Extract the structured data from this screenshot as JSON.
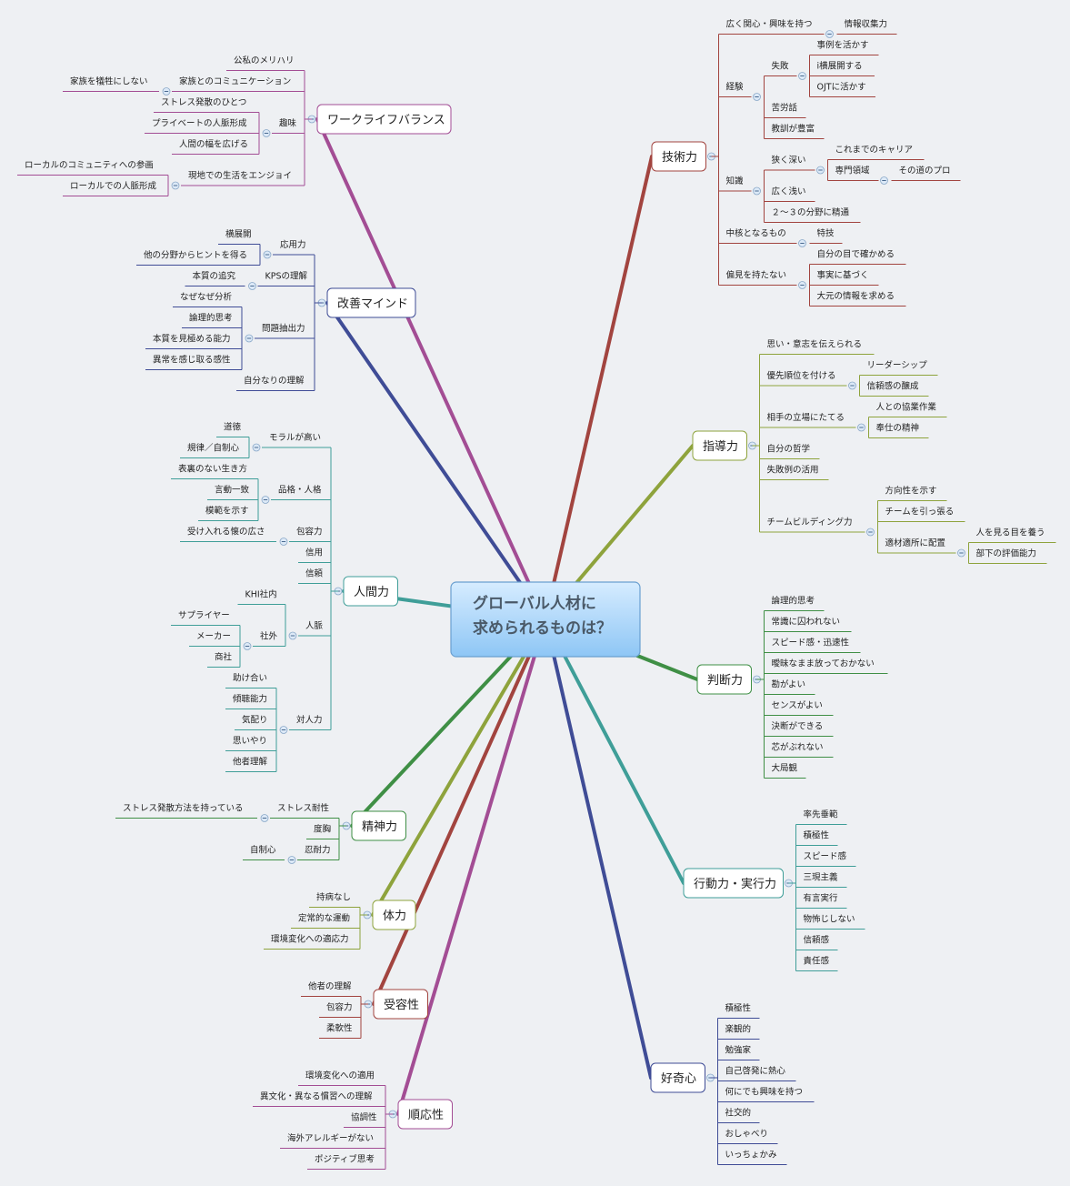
{
  "central": {
    "line1": "グローバル人材に",
    "line2": "求められるものは？"
  },
  "branches": [
    {
      "id": "gijutsu",
      "label": "技術力",
      "color": "#a2443f",
      "children": [
        {
          "label": "広く関心・興味を持つ",
          "children": [
            {
              "label": "情報収集力"
            }
          ]
        },
        {
          "label": "経験",
          "children": [
            {
              "label": "失敗",
              "children": [
                {
                  "label": "事例を活かす"
                },
                {
                  "label": "i横展開する"
                },
                {
                  "label": "OJTに活かす"
                }
              ]
            },
            {
              "label": "苦労話"
            },
            {
              "label": "教訓が豊富"
            }
          ]
        },
        {
          "label": "知識",
          "children": [
            {
              "label": "狭く深い",
              "children": [
                {
                  "label": "これまでのキャリア"
                },
                {
                  "label": "専門領域",
                  "children": [
                    {
                      "label": "その道のプロ"
                    }
                  ]
                }
              ]
            },
            {
              "label": "広く浅い"
            },
            {
              "label": "２～３の分野に精通"
            }
          ]
        },
        {
          "label": "中核となるもの",
          "children": [
            {
              "label": "特技"
            }
          ]
        },
        {
          "label": "偏見を持たない",
          "children": [
            {
              "label": "自分の目で確かめる"
            },
            {
              "label": "事実に基づく"
            },
            {
              "label": "大元の情報を求める"
            }
          ]
        }
      ]
    },
    {
      "id": "shidou",
      "label": "指導力",
      "color": "#8ea33c",
      "children": [
        {
          "label": "思い・意志を伝えられる"
        },
        {
          "label": "優先順位を付ける",
          "children": [
            {
              "label": "リーダーシップ"
            },
            {
              "label": "信頼感の醸成"
            }
          ]
        },
        {
          "label": "相手の立場にたてる",
          "children": [
            {
              "label": "人との協業作業"
            },
            {
              "label": "奉仕の精神"
            }
          ]
        },
        {
          "label": "自分の哲学"
        },
        {
          "label": "失敗例の活用"
        },
        {
          "label": "チームビルディング力",
          "children": [
            {
              "label": "方向性を示す"
            },
            {
              "label": "チームを引っ張る"
            },
            {
              "label": "適材適所に配置",
              "children": [
                {
                  "label": "人を見る目を養う"
                },
                {
                  "label": "部下の評価能力"
                }
              ]
            }
          ]
        }
      ]
    },
    {
      "id": "handan",
      "label": "判断力",
      "color": "#3f8f45",
      "children": [
        {
          "label": "論理的思考"
        },
        {
          "label": "常識に囚われない"
        },
        {
          "label": "スピード感・迅速性"
        },
        {
          "label": "曖昧なまま放っておかない"
        },
        {
          "label": "勘がよい"
        },
        {
          "label": "センスがよい"
        },
        {
          "label": "決断ができる"
        },
        {
          "label": "芯がぶれない"
        },
        {
          "label": "大局観"
        }
      ]
    },
    {
      "id": "koudou",
      "label": "行動力・実行力",
      "color": "#3f9e98",
      "children": [
        {
          "label": "率先垂範"
        },
        {
          "label": "積極性"
        },
        {
          "label": "スピード感"
        },
        {
          "label": "三現主義"
        },
        {
          "label": "有言実行"
        },
        {
          "label": "物怖じしない"
        },
        {
          "label": "信頼感"
        },
        {
          "label": "責任感"
        }
      ]
    },
    {
      "id": "koukishin",
      "label": "好奇心",
      "color": "#3f4c96",
      "children": [
        {
          "label": "積極性"
        },
        {
          "label": "楽観的"
        },
        {
          "label": "勉強家"
        },
        {
          "label": "自己啓発に熱心"
        },
        {
          "label": "何にでも興味を持つ"
        },
        {
          "label": "社交的"
        },
        {
          "label": "おしゃべり"
        },
        {
          "label": "いっちょかみ"
        }
      ]
    },
    {
      "id": "worklife",
      "label": "ワークライフバランス",
      "color": "#a34d94",
      "children": [
        {
          "label": "公私のメリハリ"
        },
        {
          "label": "家族とのコミュニケーション",
          "children": [
            {
              "label": "家族を犠牲にしない"
            }
          ]
        },
        {
          "label": "趣味",
          "children": [
            {
              "label": "ストレス発散のひとつ"
            },
            {
              "label": "プライベートの人脈形成"
            },
            {
              "label": "人間の幅を広げる"
            }
          ]
        },
        {
          "label": "現地での生活をエンジョイ",
          "children": [
            {
              "label": "ローカルのコミュニティへの参画"
            },
            {
              "label": "ローカルでの人脈形成"
            }
          ]
        }
      ]
    },
    {
      "id": "kaizen",
      "label": "改善マインド",
      "color": "#3f4c96",
      "children": [
        {
          "label": "応用力",
          "children": [
            {
              "label": "横展開"
            },
            {
              "label": "他の分野からヒントを得る"
            }
          ]
        },
        {
          "label": "KPSの理解",
          "children": [
            {
              "label": "本質の追究"
            }
          ]
        },
        {
          "label": "問題抽出力",
          "children": [
            {
              "label": "なぜなぜ分析"
            },
            {
              "label": "論理的思考"
            },
            {
              "label": "本質を見極める能力"
            },
            {
              "label": "異常を感じ取る感性"
            }
          ]
        },
        {
          "label": "自分なりの理解"
        }
      ]
    },
    {
      "id": "ningen",
      "label": "人間力",
      "color": "#3f9e98",
      "children": [
        {
          "label": "モラルが高い",
          "children": [
            {
              "label": "道徳"
            },
            {
              "label": "規律／自制心"
            }
          ]
        },
        {
          "label": "品格・人格",
          "children": [
            {
              "label": "表裏のない生き方"
            },
            {
              "label": "言動一致"
            },
            {
              "label": "模範を示す"
            }
          ]
        },
        {
          "label": "包容力",
          "children": [
            {
              "label": "受け入れる懐の広さ"
            }
          ]
        },
        {
          "label": "信用"
        },
        {
          "label": "信頼"
        },
        {
          "label": "人脈",
          "children": [
            {
              "label": "KHI社内"
            },
            {
              "label": "社外",
              "children": [
                {
                  "label": "サプライヤー"
                },
                {
                  "label": "メーカー"
                },
                {
                  "label": "商社"
                }
              ]
            }
          ]
        },
        {
          "label": "対人力",
          "children": [
            {
              "label": "助け合い"
            },
            {
              "label": "傾聴能力"
            },
            {
              "label": "気配り"
            },
            {
              "label": "思いやり"
            },
            {
              "label": "他者理解"
            }
          ]
        }
      ]
    },
    {
      "id": "seishin",
      "label": "精神力",
      "color": "#3f8f45",
      "children": [
        {
          "label": "ストレス耐性",
          "children": [
            {
              "label": "ストレス発散方法を持っている"
            }
          ]
        },
        {
          "label": "度胸"
        },
        {
          "label": "忍耐力",
          "children": [
            {
              "label": "自制心"
            }
          ]
        }
      ]
    },
    {
      "id": "tairyoku",
      "label": "体力",
      "color": "#8ea33c",
      "children": [
        {
          "label": "持病なし"
        },
        {
          "label": "定常的な運動"
        },
        {
          "label": "環境変化への適応力"
        }
      ]
    },
    {
      "id": "juyou",
      "label": "受容性",
      "color": "#a2443f",
      "children": [
        {
          "label": "他者の理解"
        },
        {
          "label": "包容力"
        },
        {
          "label": "柔軟性"
        }
      ]
    },
    {
      "id": "junnou",
      "label": "順応性",
      "color": "#a34d94",
      "children": [
        {
          "label": "環境変化への適用"
        },
        {
          "label": "異文化・異なる慣習への理解"
        },
        {
          "label": "協調性"
        },
        {
          "label": "海外アレルギーがない"
        },
        {
          "label": "ポジティブ思考"
        }
      ]
    }
  ]
}
